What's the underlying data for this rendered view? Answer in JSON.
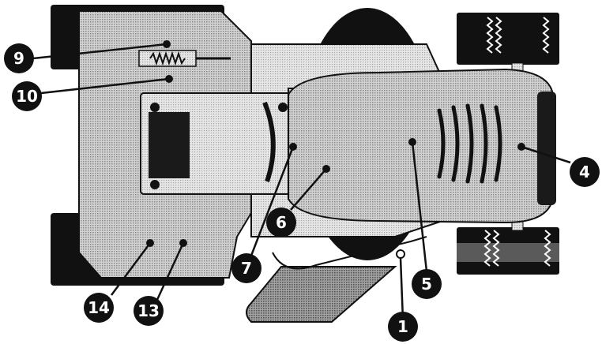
{
  "callouts": [
    {
      "id": "c1",
      "label": "1"
    },
    {
      "id": "c4",
      "label": "4"
    },
    {
      "id": "c5",
      "label": "5"
    },
    {
      "id": "c6",
      "label": "6"
    },
    {
      "id": "c7",
      "label": "7"
    },
    {
      "id": "c9",
      "label": "9"
    },
    {
      "id": "c10",
      "label": "10"
    },
    {
      "id": "c13",
      "label": "13"
    },
    {
      "id": "c14",
      "label": "14"
    }
  ],
  "colors": {
    "ink": "#111111",
    "body_gray": "#b4b4b4",
    "light_gray": "#dadada",
    "dark_gray": "#6e6e6e",
    "paper": "#ffffff"
  },
  "icons": {
    "tread": "zigzag-tread-icon",
    "grille": "grille-slot-icon"
  }
}
